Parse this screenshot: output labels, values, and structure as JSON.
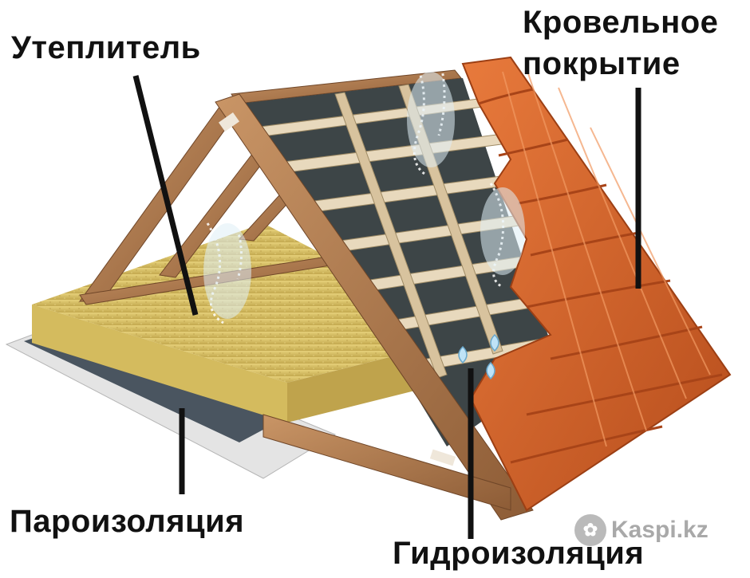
{
  "labels": {
    "insulation": "Утеплитель",
    "roof_covering_line1": "Кровельное",
    "roof_covering_line2": "покрытие",
    "vapor_barrier": "Пароизоляция",
    "waterproofing": "Гидроизоляция"
  },
  "watermark": {
    "text": "Kaspi.kz",
    "icon": "kaspi-logo-icon"
  },
  "colors": {
    "timber": "#b07a4c",
    "timber_dark": "#7e5230",
    "insulation": "#d9c46a",
    "membrane": "#3a4244",
    "tile": "#d8642c",
    "tile_dark": "#a84418",
    "leader": "#111111"
  }
}
